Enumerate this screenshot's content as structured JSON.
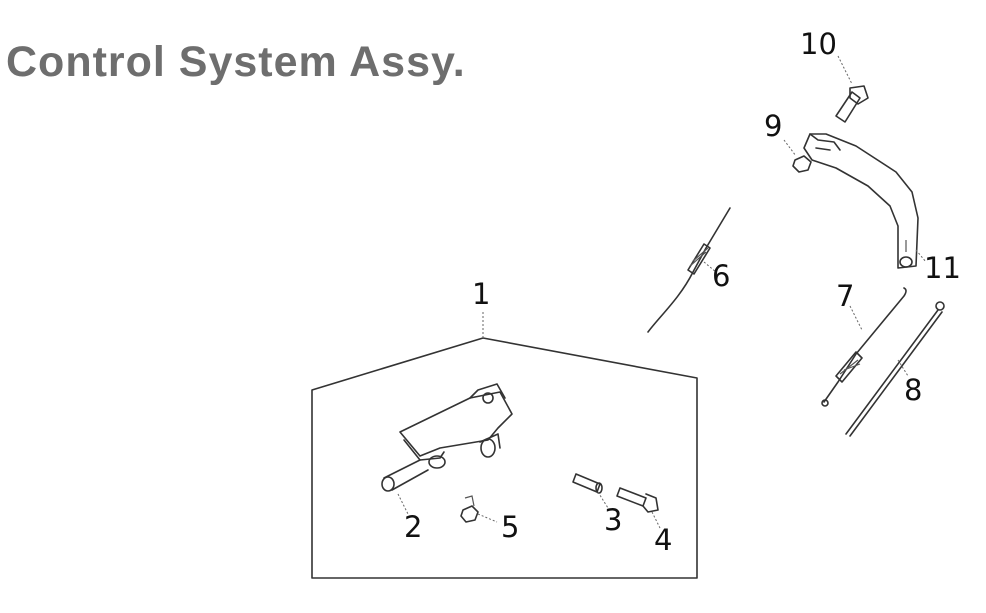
{
  "title": "Control System Assy.",
  "callouts": {
    "c1": "1",
    "c2": "2",
    "c3": "3",
    "c4": "4",
    "c5": "5",
    "c6": "6",
    "c7": "7",
    "c8": "8",
    "c9": "9",
    "c10": "10",
    "c11": "11"
  }
}
